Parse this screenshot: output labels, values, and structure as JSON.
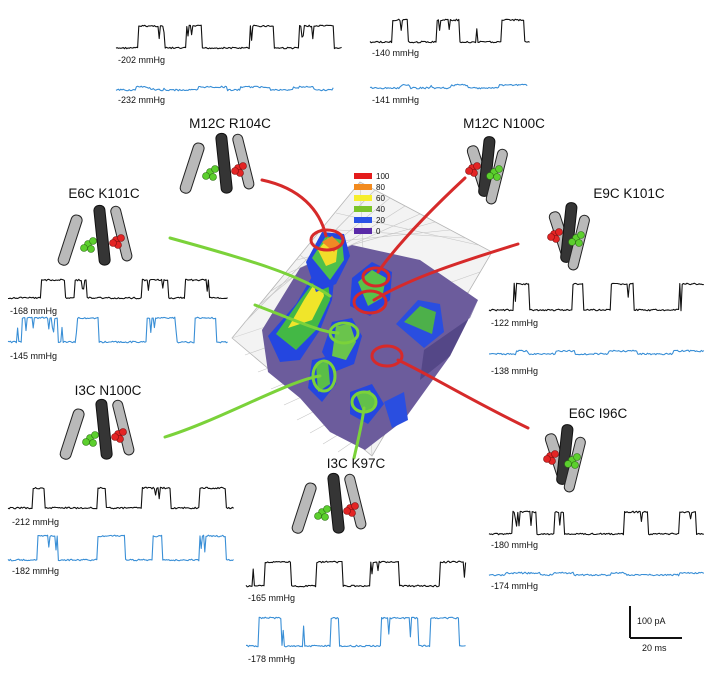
{
  "colors": {
    "trace_black": "#111111",
    "trace_blue": "#3a8fd6",
    "callout_red": "#d62a2a",
    "callout_green": "#7bd23a",
    "helix_light": "#b9b9b9",
    "helix_dark": "#353535"
  },
  "legend": {
    "ticks": [
      "100",
      "80",
      "60",
      "40",
      "20",
      "0"
    ],
    "colors": [
      "#e41c1c",
      "#f28a1e",
      "#f6ee2c",
      "#7cc42a",
      "#2a52e6",
      "#5a2aa8"
    ]
  },
  "mutants": [
    {
      "id": "m12c-r104c",
      "label": "M12C R104C",
      "callout": "red",
      "p1": "-202 mmHg",
      "p2": "-232 mmHg"
    },
    {
      "id": "m12c-n100c",
      "label": "M12C N100C",
      "callout": "red",
      "p1": "-140 mmHg",
      "p2": "-141 mmHg"
    },
    {
      "id": "e6c-k101c",
      "label": "E6C K101C",
      "callout": "green",
      "p1": "-168 mmHg",
      "p2": "-145 mmHg"
    },
    {
      "id": "e9c-k101c",
      "label": "E9C K101C",
      "callout": "red",
      "p1": "-122 mmHg",
      "p2": "-138 mmHg"
    },
    {
      "id": "i3c-n100c",
      "label": "I3C N100C",
      "callout": "green",
      "p1": "-212 mmHg",
      "p2": "-182 mmHg"
    },
    {
      "id": "e6c-i96c",
      "label": "E6C I96C",
      "callout": "red",
      "p1": "-180 mmHg",
      "p2": "-174 mmHg"
    },
    {
      "id": "i3c-k97c",
      "label": "I3C K97C",
      "callout": "green",
      "p1": "-165 mmHg",
      "p2": "-178 mmHg"
    }
  ],
  "scale": {
    "current": "100 pA",
    "time": "20 ms"
  }
}
